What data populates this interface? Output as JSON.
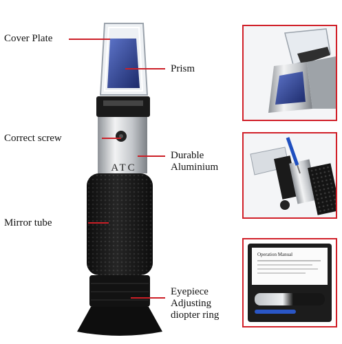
{
  "labels": {
    "cover_plate": "Cover Plate",
    "prism": "Prism",
    "correct_screw": "Correct screw",
    "durable_aluminium": "Durable Aluminium",
    "atc": "ATC",
    "mirror_tube": "Mirror tube",
    "eyepiece": "Eyepiece Adjusting diopter ring"
  },
  "case_panel": {
    "manual_title": "Operation Manual"
  },
  "colors": {
    "accent_red": "#d11f28",
    "leader_red": "#cc1f27",
    "grip_black": "#161616",
    "aluminium_silver": "#c9ccd0",
    "prism_blue": "#2a3f8f"
  }
}
